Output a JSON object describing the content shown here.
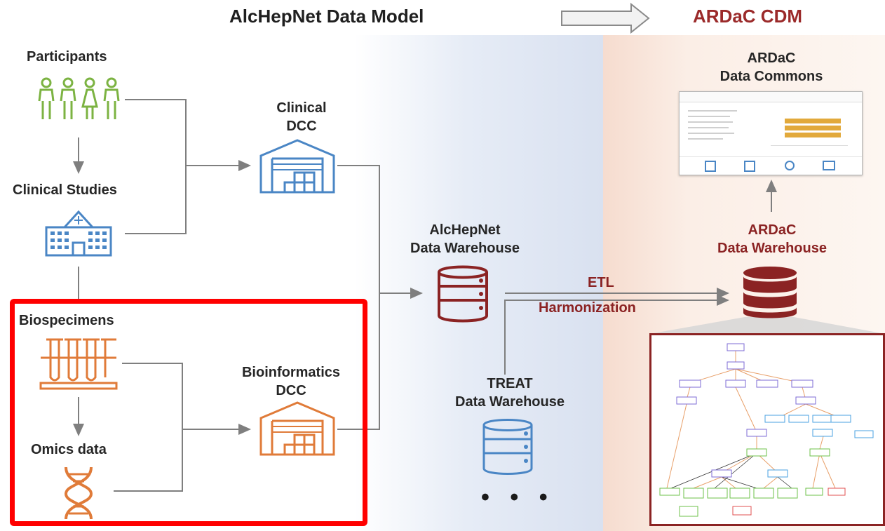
{
  "header": {
    "left_title": "AlcHepNet Data Model",
    "right_title": "ARDaC CDM"
  },
  "nodes": {
    "participants": "Participants",
    "clinical_studies": "Clinical Studies",
    "biospecimens": "Biospecimens",
    "omics_data": "Omics data",
    "clinical_dcc_1": "Clinical",
    "clinical_dcc_2": "DCC",
    "bioinformatics_dcc_1": "Bioinformatics",
    "bioinformatics_dcc_2": "DCC",
    "alchepnet_wh_1": "AlcHepNet",
    "alchepnet_wh_2": "Data Warehouse",
    "treat_wh_1": "TREAT",
    "treat_wh_2": "Data Warehouse",
    "ardac_commons_1": "ARDaC",
    "ardac_commons_2": "Data Commons",
    "ardac_wh_1": "ARDaC",
    "ardac_wh_2": "Data Warehouse",
    "ellipsis": "• • •"
  },
  "edges": {
    "etl": "ETL",
    "harmonization": "Harmonization"
  },
  "colors": {
    "participants_icon": "#7cb342",
    "clinical_icon": "#4a86c5",
    "omics_icon": "#e07b39",
    "warehouse_icon": "#8b2323",
    "treat_icon": "#4a86c5",
    "highlight": "#ff0000",
    "accent_text": "#8b2323"
  },
  "icons": {
    "participants": "people-group-icon",
    "clinical_studies": "hospital-icon",
    "biospecimens": "test-tubes-icon",
    "omics_data": "dna-icon",
    "clinical_dcc": "warehouse-icon",
    "bioinformatics_dcc": "warehouse-icon",
    "alchepnet_wh": "database-icon",
    "treat_wh": "database-icon",
    "ardac_wh": "database-icon",
    "ardac_commons": "web-portal-screenshot",
    "schema": "schema-graph-thumbnail",
    "transform_arrow": "right-arrow-icon"
  }
}
